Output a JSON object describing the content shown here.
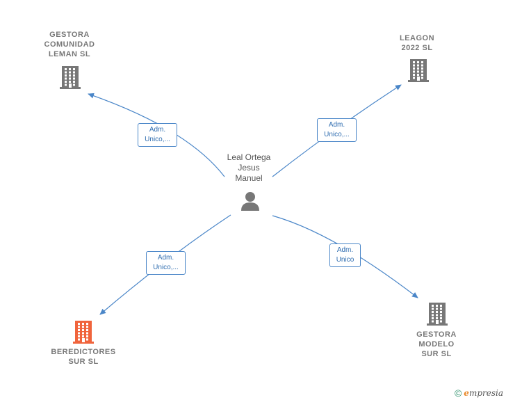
{
  "center": {
    "name": "Leal Ortega\nJesus\nManuel",
    "icon": "person-icon"
  },
  "nodes": [
    {
      "id": "gestora-comunidad-leman",
      "name": "GESTORA\nCOMUNIDAD\nLEMAN  SL",
      "icon": "building-icon",
      "color": "#777777"
    },
    {
      "id": "leagon-2022",
      "name": "LEAGON\n2022  SL",
      "icon": "building-icon",
      "color": "#777777"
    },
    {
      "id": "beredictores-sur",
      "name": "BEREDICTORES\nSUR  SL",
      "icon": "building-icon",
      "color": "#f0643c"
    },
    {
      "id": "gestora-modelo-sur",
      "name": "GESTORA\nMODELO\nSUR  SL",
      "icon": "building-icon",
      "color": "#777777"
    }
  ],
  "edges": [
    {
      "label": "Adm.\nUnico,..."
    },
    {
      "label": "Adm.\nUnico,..."
    },
    {
      "label": "Adm.\nUnico,..."
    },
    {
      "label": "Adm.\nUnico"
    }
  ],
  "footer": {
    "copyright": "©",
    "brand_initial": "e",
    "brand_rest": "mpresia"
  },
  "colors": {
    "edge": "#4a86c8",
    "accent": "#f0643c"
  }
}
